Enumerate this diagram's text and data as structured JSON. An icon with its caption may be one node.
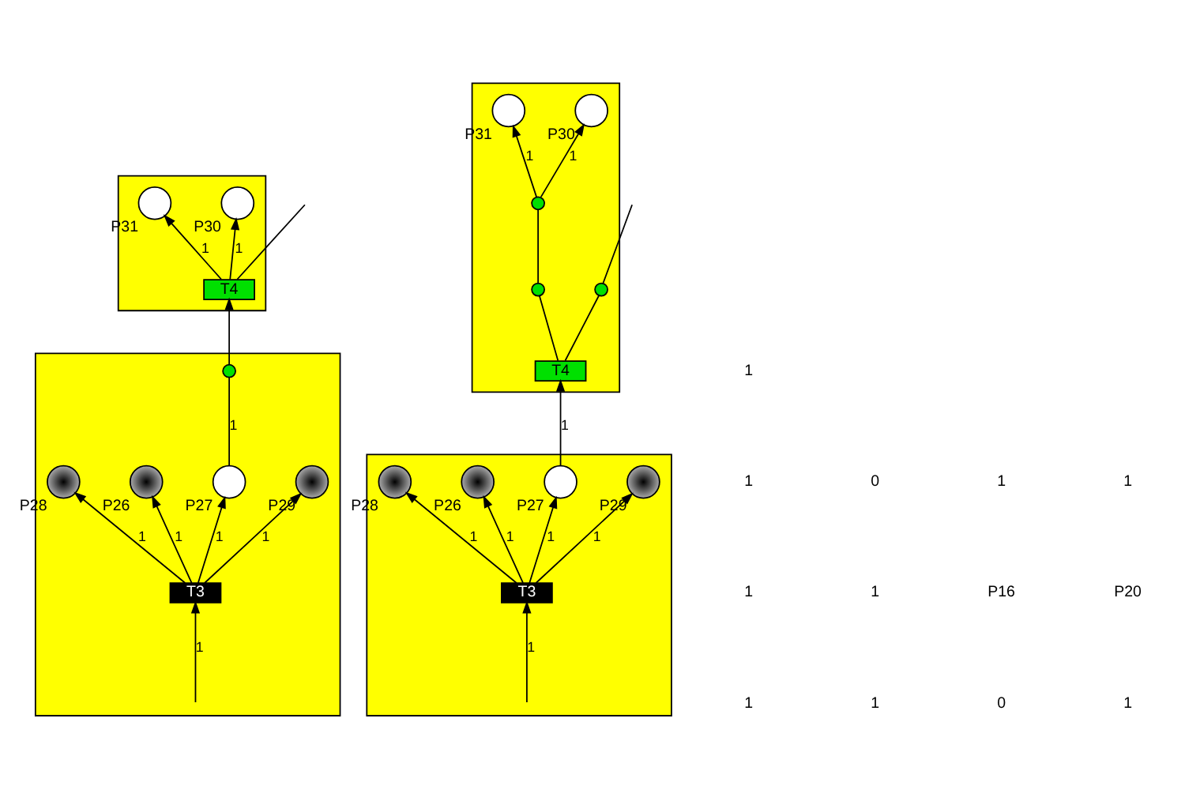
{
  "diagram": {
    "nodes": [
      {
        "text": [],
        "shape": "box"
      },
      {
        "text": [
          "T4"
        ],
        "in": 0
      },
      {
        "text": [
          "P31"
        ],
        "in": 0
      },
      {
        "text": [
          "P30"
        ],
        "in": 0
      },
      {
        "text": [],
        "shape": "box"
      },
      {
        "text": [
          "P28"
        ],
        "in": 4
      },
      {
        "text": [
          "P26"
        ],
        "in": 4
      },
      {
        "text": [
          "P27"
        ],
        "in": 4
      },
      {
        "text": [
          "P29"
        ],
        "in": 4
      },
      {
        "text": [
          "T3"
        ],
        "in": 4
      },
      {
        "text": [],
        "shape": "circle",
        "in": 4
      },
      {
        "text": [],
        "shape": "box"
      },
      {
        "text": [
          "T4"
        ],
        "in": 11
      },
      {
        "text": [],
        "shape": "circle",
        "in": 11
      },
      {
        "text": [
          "P31"
        ],
        "in": 11
      },
      {
        "text": [],
        "shape": "circle",
        "in": 11
      },
      {
        "text": [],
        "shape": "circle",
        "in": 11
      },
      {
        "text": [
          "P30"
        ],
        "in": 11
      },
      {
        "text": [],
        "shape": "box"
      },
      {
        "text": [
          "P28"
        ],
        "in": 18
      },
      {
        "text": [
          "P26"
        ],
        "in": 18
      },
      {
        "text": [
          "P27"
        ],
        "in": 18
      },
      {
        "text": [
          "P29"
        ],
        "in": 18
      },
      {
        "text": [
          "T3"
        ],
        "in": 18
      }
    ],
    "edges": [
      {
        "from": 1,
        "to": null,
        "arrow": "none"
      },
      {
        "from": 1,
        "to": 2,
        "arrow": "to",
        "label": "1"
      },
      {
        "from": 1,
        "to": 3,
        "arrow": "to",
        "label": "1"
      },
      {
        "from": 7,
        "to": 10,
        "arrow": "none",
        "label": "1"
      },
      {
        "from": 10,
        "to": 1,
        "arrow": "to"
      },
      {
        "from": 9,
        "to": 5,
        "arrow": "to",
        "label": "1"
      },
      {
        "from": 9,
        "to": 6,
        "arrow": "to",
        "label": "1"
      },
      {
        "from": 9,
        "to": 7,
        "arrow": "to",
        "label": "1"
      },
      {
        "from": 9,
        "to": 8,
        "arrow": "to",
        "label": "1"
      },
      {
        "from": null,
        "to": 9,
        "arrow": "to",
        "label": "1"
      },
      {
        "from": 12,
        "to": 13,
        "arrow": "none"
      },
      {
        "from": 13,
        "to": null,
        "arrow": "none"
      },
      {
        "from": 12,
        "to": 15,
        "arrow": "none"
      },
      {
        "from": 15,
        "to": 16,
        "arrow": "none"
      },
      {
        "from": 16,
        "to": 14,
        "arrow": "to",
        "label": "1"
      },
      {
        "from": 16,
        "to": 17,
        "arrow": "to",
        "label": "1"
      },
      {
        "from": 21,
        "to": 12,
        "arrow": "to",
        "label": "1"
      },
      {
        "from": 23,
        "to": 19,
        "arrow": "to",
        "label": "1"
      },
      {
        "from": 23,
        "to": 20,
        "arrow": "to",
        "label": "1"
      },
      {
        "from": 23,
        "to": 21,
        "arrow": "to",
        "label": "1"
      },
      {
        "from": 23,
        "to": 22,
        "arrow": "to",
        "label": "1"
      },
      {
        "from": null,
        "to": 23,
        "arrow": "to",
        "label": "1"
      }
    ],
    "labels": [
      "1",
      "1",
      "0",
      "1",
      "1",
      "1",
      "P16",
      "P20",
      "1",
      "0",
      "1",
      "1",
      "1"
    ]
  }
}
